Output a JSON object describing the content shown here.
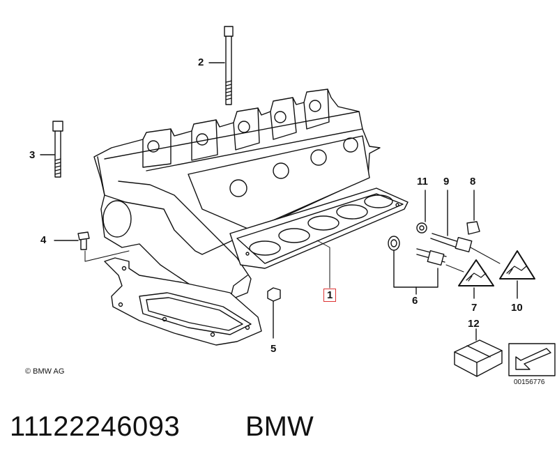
{
  "callouts": [
    {
      "id": "1",
      "label": "1",
      "highlighted": true
    },
    {
      "id": "2",
      "label": "2"
    },
    {
      "id": "3",
      "label": "3"
    },
    {
      "id": "4",
      "label": "4"
    },
    {
      "id": "5",
      "label": "5"
    },
    {
      "id": "6",
      "label": "6"
    },
    {
      "id": "7",
      "label": "7"
    },
    {
      "id": "8",
      "label": "8"
    },
    {
      "id": "9",
      "label": "9"
    },
    {
      "id": "10",
      "label": "10"
    },
    {
      "id": "11",
      "label": "11"
    },
    {
      "id": "12",
      "label": "12"
    }
  ],
  "copyright": "© BMW AG",
  "diagram_id": "00156776",
  "part_number": "11122246093",
  "brand": "BMW",
  "colors": {
    "highlight": "#dd3333",
    "line": "#111111",
    "background": "#ffffff"
  }
}
